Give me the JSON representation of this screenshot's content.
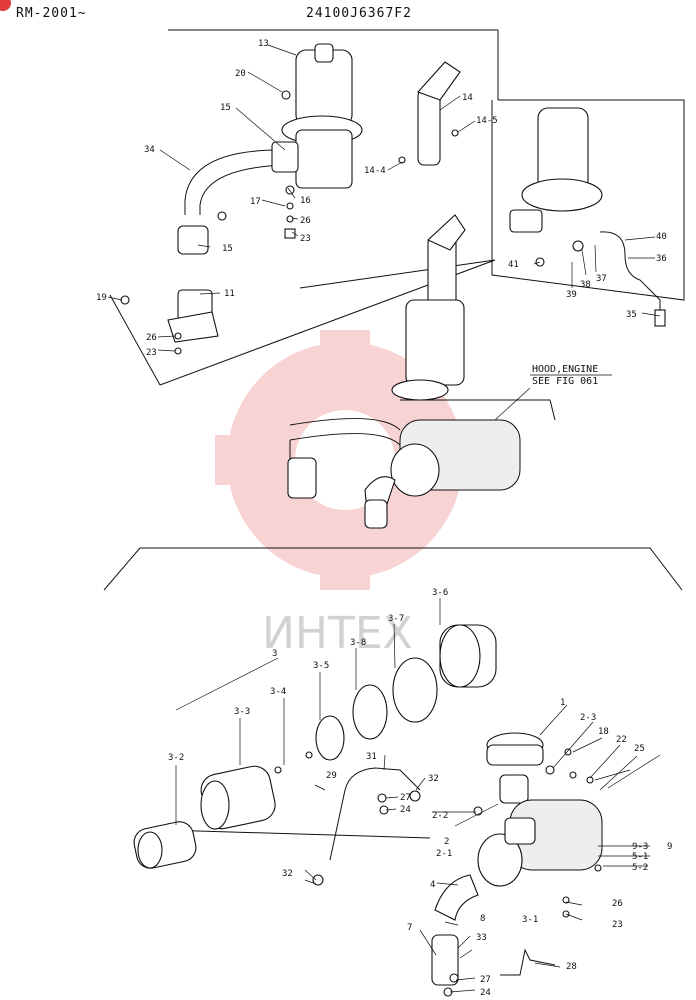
{
  "header": {
    "model": "RM-2001~",
    "part_number": "24100J6367F2"
  },
  "note": {
    "line1": "HOOD,ENGINE",
    "line2": "SEE FIG 061"
  },
  "watermark": {
    "text": "ИНТЕХ",
    "color": "#e23b3b"
  },
  "callouts": {
    "c13": "13",
    "c20": "20",
    "c14": "14",
    "c14_5": "14-5",
    "c14_4": "14-4",
    "c15a": "15",
    "c34": "34",
    "c17": "17",
    "c16": "16",
    "c26a": "26",
    "c23a": "23",
    "c15b": "15",
    "c19": "19",
    "c11": "11",
    "c26b": "26",
    "c23b": "23",
    "c40": "40",
    "c36": "36",
    "c41": "41",
    "c37": "37",
    "c38": "38",
    "c39": "39",
    "c35": "35",
    "c3_6": "3-6",
    "c3_7": "3-7",
    "c3_8": "3-8",
    "c3": "3",
    "c3_5": "3-5",
    "c3_4": "3-4",
    "c3_3": "3-3",
    "c3_2": "3-2",
    "c31": "31",
    "c29": "29",
    "c32a": "32",
    "c27a": "27",
    "c24a": "24",
    "c32b": "32",
    "c1": "1",
    "c2_3": "2-3",
    "c18": "18",
    "c22": "22",
    "c25": "25",
    "c2_2": "2-2",
    "c2": "2",
    "c2_1": "2-1",
    "c9_3": "9-3",
    "c9": "9",
    "c5_1": "5-1",
    "c5_2": "5-2",
    "c4": "4",
    "c3_1": "3-1",
    "c26c": "26",
    "c23c": "23",
    "c8": "8",
    "c7": "7",
    "c33": "33",
    "c28": "28",
    "c27b": "27",
    "c24b": "24"
  }
}
